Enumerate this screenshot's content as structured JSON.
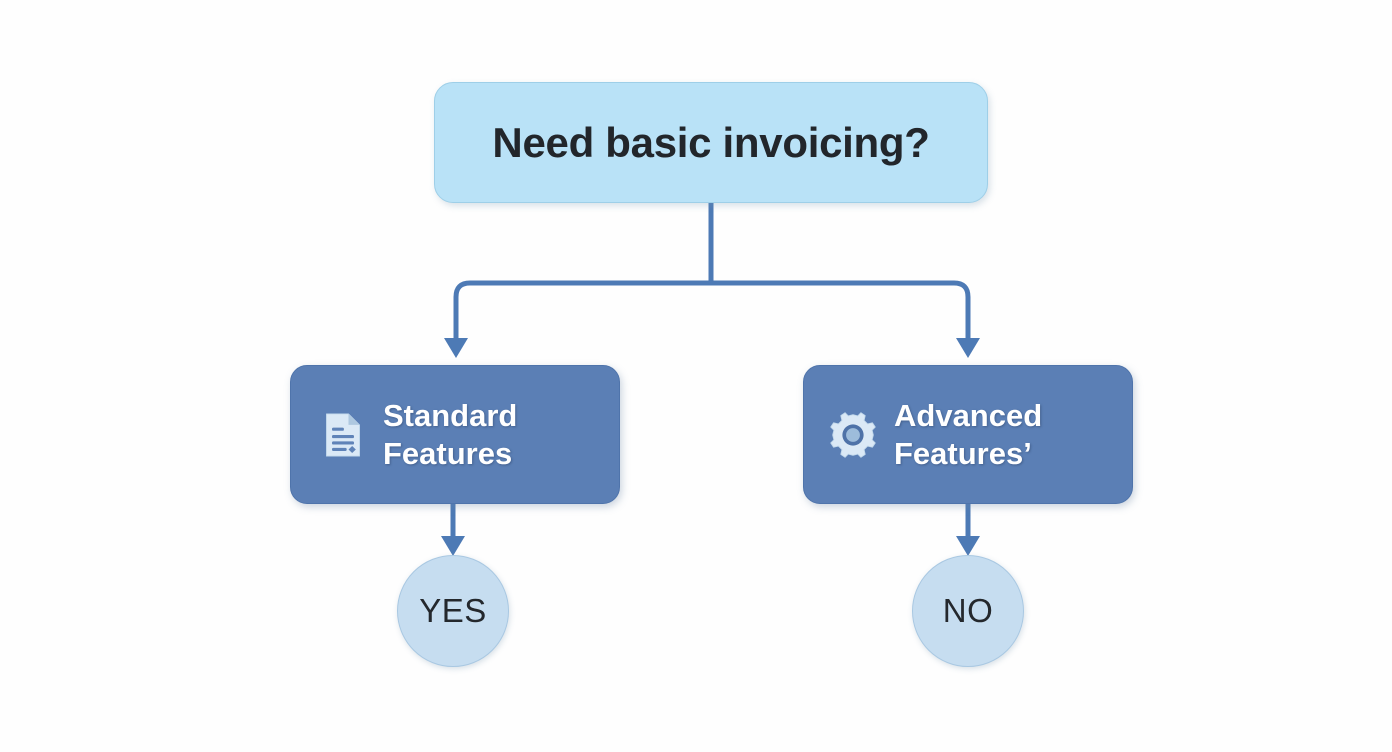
{
  "diagram": {
    "type": "decision-flowchart",
    "background_color": "#ffffff",
    "decision": {
      "label": "Need basic invoicing?",
      "fill_color": "#b9e2f7",
      "text_color": "#22262b"
    },
    "branches": [
      {
        "id": "standard",
        "label": "Standard\nFeatures",
        "icon": "document-icon",
        "fill_color": "#5b7fb5",
        "text_color": "#ffffff",
        "outcome": "YES"
      },
      {
        "id": "advanced",
        "label": "Advanced\nFeatures’",
        "icon": "gear-icon",
        "fill_color": "#5b7fb5",
        "text_color": "#ffffff",
        "outcome": "NO"
      }
    ],
    "terminals": [
      {
        "id": "yes",
        "label": "YES",
        "fill_color": "#c6ddf0",
        "text_color": "#24282d"
      },
      {
        "id": "no",
        "label": "NO",
        "fill_color": "#c6ddf0",
        "text_color": "#24282d"
      }
    ],
    "connector_color": "#4d7ab5"
  }
}
